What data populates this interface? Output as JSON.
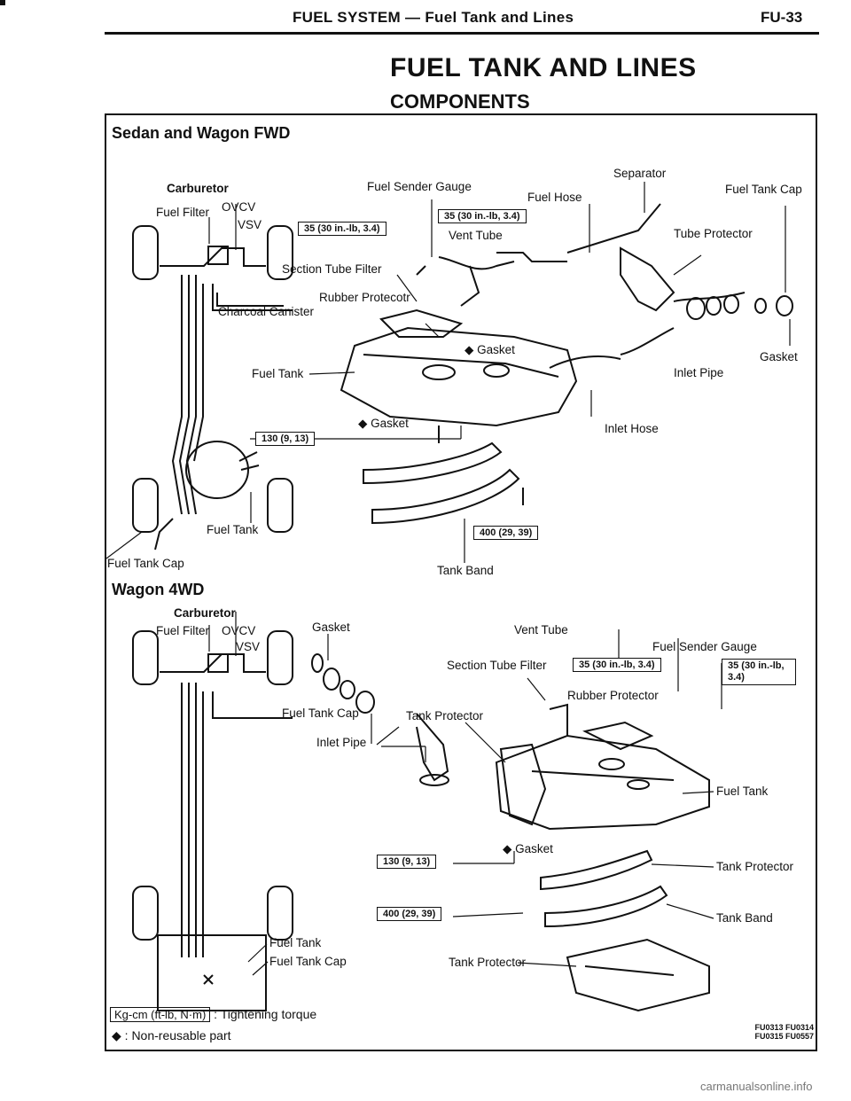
{
  "header": {
    "running_title": "FUEL SYSTEM — Fuel Tank and Lines",
    "page_code": "FU-33"
  },
  "title": "FUEL TANK AND LINES",
  "subtitle": "COMPONENTS",
  "sedan": {
    "heading": "Sedan and Wagon FWD",
    "labels": {
      "separator": "Separator",
      "carburetor": "Carburetor",
      "fuel_sender_gauge": "Fuel Sender Gauge",
      "fuel_hose": "Fuel Hose",
      "fuel_tank_cap_top": "Fuel Tank Cap",
      "fuel_filter": "Fuel Filter",
      "ovcv": "OVCV",
      "vsv": "VSV",
      "vent_tube": "Vent Tube",
      "tube_protector": "Tube Protector",
      "section_tube_filter": "Section Tube Filter",
      "rubber_protector": "Rubber Protecotr",
      "charcoal_canister": "Charcoal Canister",
      "gasket_mid": "Gasket",
      "gasket_right": "Gasket",
      "inlet_pipe": "Inlet Pipe",
      "fuel_tank_mid": "Fuel Tank",
      "gasket_lower": "Gasket",
      "inlet_hose": "Inlet Hose",
      "fuel_tank_left": "Fuel Tank",
      "fuel_tank_cap_left": "Fuel Tank Cap",
      "tank_band": "Tank Band"
    },
    "torques": {
      "t1": "35 (30 in.-lb, 3.4)",
      "t2": "35 (30 in.-lb, 3.4)",
      "t3": "130 (9, 13)",
      "t4": "400 (29, 39)"
    }
  },
  "wagon": {
    "heading": "Wagon 4WD",
    "labels": {
      "carburetor": "Carburetor",
      "fuel_filter": "Fuel Filter",
      "ovcv": "OVCV",
      "vsv": "VSV",
      "gasket": "Gasket",
      "vent_tube": "Vent Tube",
      "fuel_sender_gauge": "Fuel Sender Gauge",
      "section_tube_filter": "Section Tube Filter",
      "rubber_protector": "Rubber Protector",
      "fuel_tank_cap_mid": "Fuel Tank Cap",
      "tank_protector_mid": "Tank Protector",
      "inlet_pipe": "Inlet Pipe",
      "fuel_tank_right": "Fuel Tank",
      "gasket_lower": "Gasket",
      "tank_protector_right": "Tank Protector",
      "tank_band": "Tank Band",
      "fuel_tank_left": "Fuel Tank",
      "fuel_tank_cap_left": "Fuel Tank Cap",
      "tank_protector_bottom": "Tank Protector"
    },
    "torques": {
      "t1": "35 (30 in.-lb, 3.4)",
      "t2": "35 (30 in.-lb, 3.4)",
      "t3": "130 (9, 13)",
      "t4": "400 (29, 39)"
    }
  },
  "legend": {
    "torque_box": "Kg-cm (ft-lb, N·m)",
    "torque_text": ": Tightening torque",
    "diamond": "◆",
    "diamond_text": ":   Non-reusable part"
  },
  "figure_codes": {
    "line1": "FU0313  FU0314",
    "line2": "FU0315  FU0557"
  },
  "watermark": "carmanualsonline.info"
}
